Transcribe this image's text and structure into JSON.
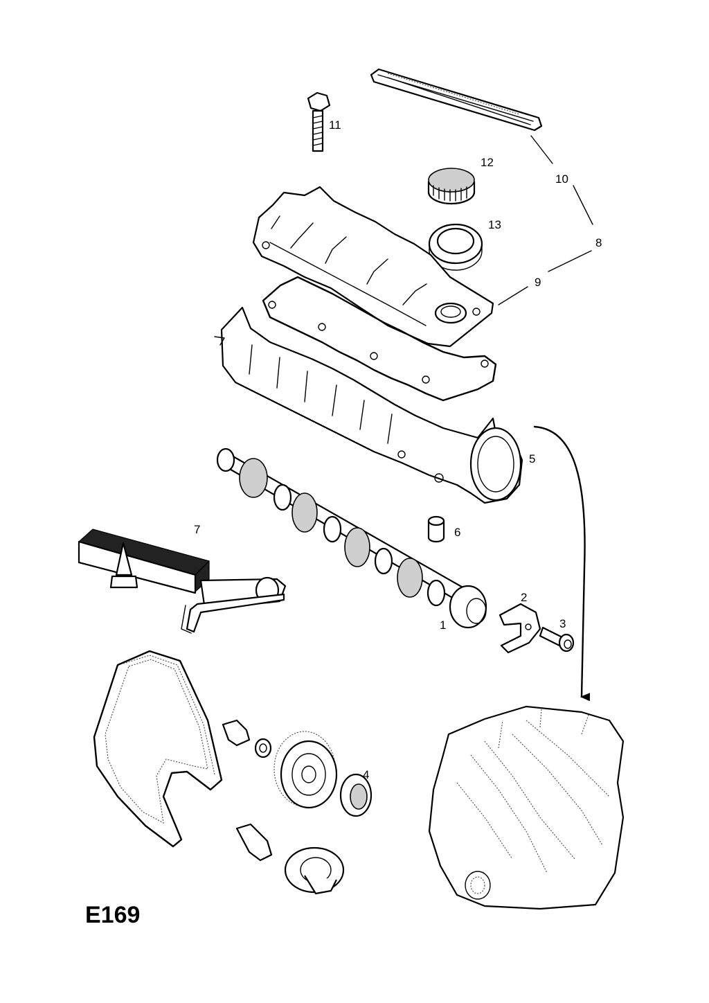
{
  "diagram_code": "E169",
  "callouts": {
    "c1": "1",
    "c2": "2",
    "c3": "3",
    "c4": "4",
    "c5": "5",
    "c6": "6",
    "c7": "7",
    "c8": "8",
    "c9": "9",
    "c10": "10",
    "c11": "11",
    "c12": "12",
    "c13": "13"
  }
}
